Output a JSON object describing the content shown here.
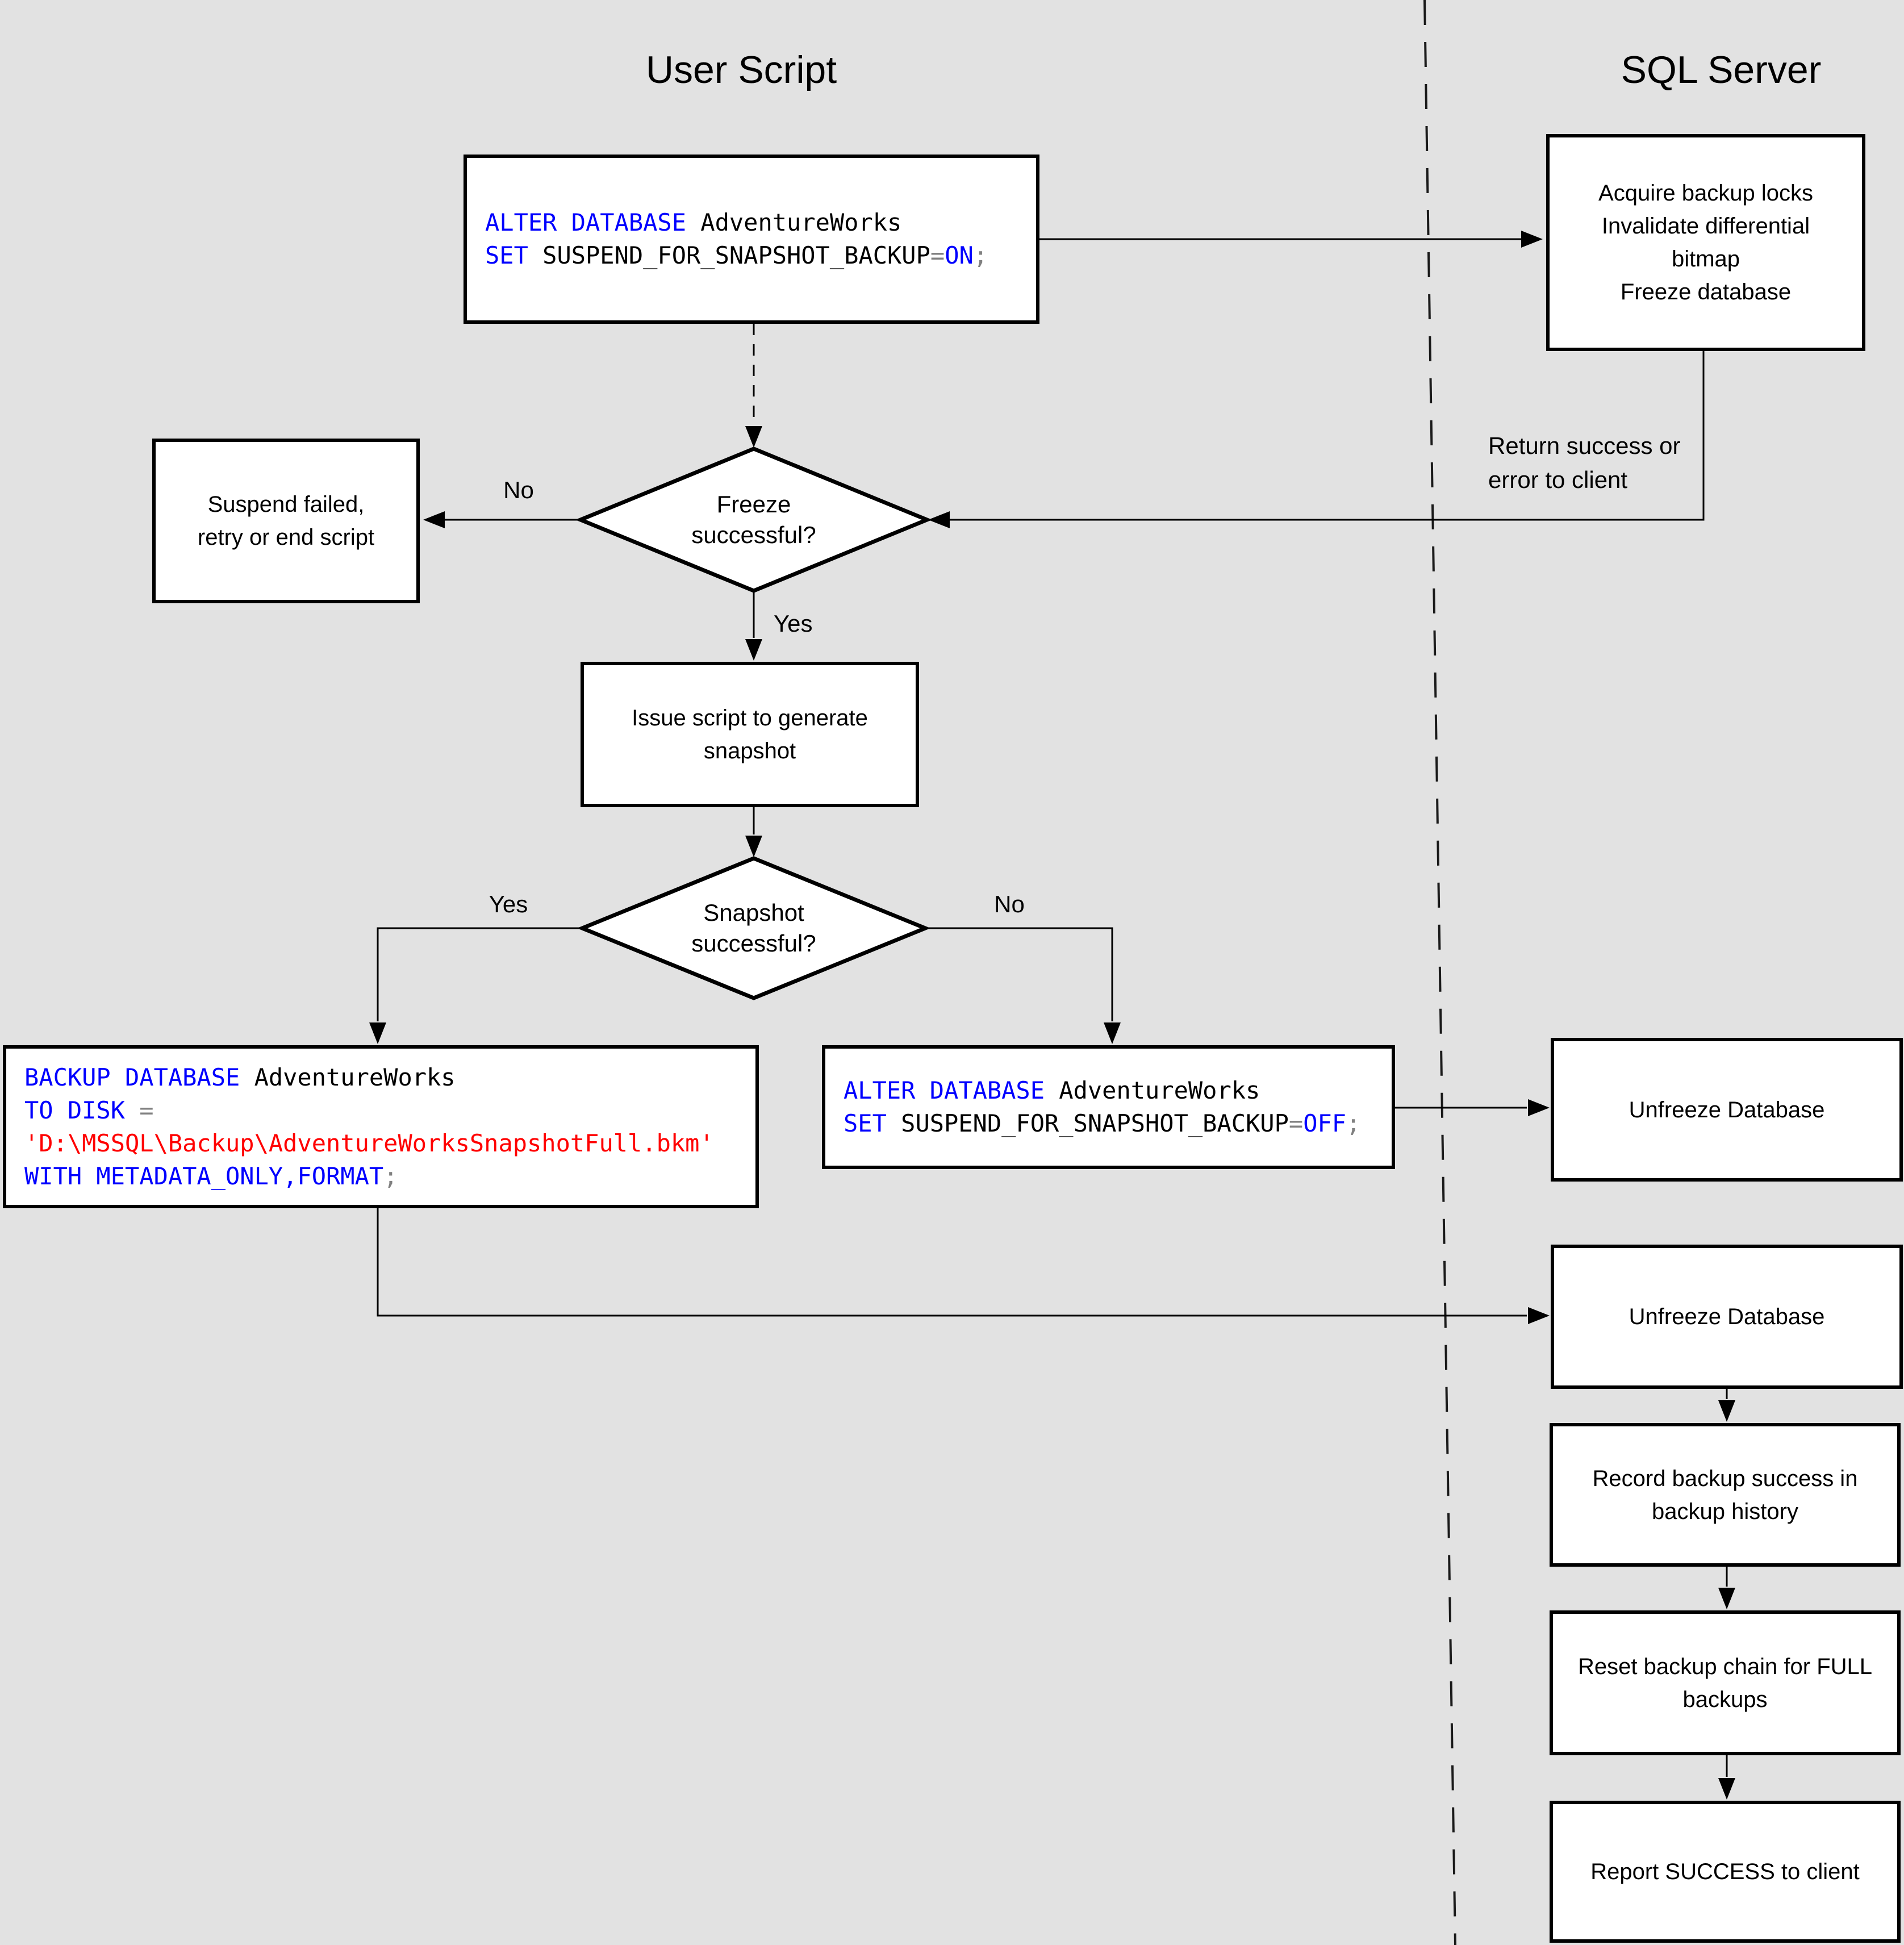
{
  "titles": {
    "left": "User Script",
    "right": "SQL Server"
  },
  "labels": {
    "freeze_no": "No",
    "freeze_yes": "Yes",
    "snapshot_yes": "Yes",
    "snapshot_no": "No",
    "return_note": "Return success or\nerror to client"
  },
  "colors": {
    "background": "#e2e2e2",
    "box_fill": "#ffffff",
    "line": "#000000",
    "keyword": "#0000ff",
    "identifier": "#000000",
    "operator": "#808080",
    "string": "#ff0000"
  },
  "nodes": {
    "alter_on": {
      "lines": [
        [
          {
            "t": "ALTER DATABASE ",
            "c": "keyword"
          },
          {
            "t": "AdventureWorks",
            "c": "identifier"
          }
        ],
        [
          {
            "t": "SET ",
            "c": "keyword"
          },
          {
            "t": "SUSPEND_FOR_SNAPSHOT_BACKUP",
            "c": "identifier"
          },
          {
            "t": "=",
            "c": "operator"
          },
          {
            "t": "ON",
            "c": "keyword"
          },
          {
            "t": ";",
            "c": "operator"
          }
        ]
      ]
    },
    "acquire": {
      "text": "Acquire backup locks\nInvalidate differential\nbitmap\nFreeze database"
    },
    "freeze_q": {
      "text": "Freeze\nsuccessful?"
    },
    "suspend_failed": {
      "text": "Suspend failed,\nretry or end script"
    },
    "issue_script": {
      "text": "Issue script to generate\nsnapshot"
    },
    "snapshot_q": {
      "text": "Snapshot\nsuccessful?"
    },
    "backup_cmd": {
      "lines": [
        [
          {
            "t": "BACKUP DATABASE ",
            "c": "keyword"
          },
          {
            "t": "AdventureWorks",
            "c": "identifier"
          }
        ],
        [
          {
            "t": "TO DISK ",
            "c": "keyword"
          },
          {
            "t": "=",
            "c": "operator"
          }
        ],
        [
          {
            "t": "'D:\\MSSQL\\Backup\\AdventureWorksSnapshotFull.bkm'",
            "c": "string"
          }
        ],
        [
          {
            "t": "WITH METADATA_ONLY,FORMAT",
            "c": "keyword"
          },
          {
            "t": ";",
            "c": "operator"
          }
        ]
      ]
    },
    "alter_off": {
      "lines": [
        [
          {
            "t": "ALTER DATABASE ",
            "c": "keyword"
          },
          {
            "t": "AdventureWorks",
            "c": "identifier"
          }
        ],
        [
          {
            "t": "SET ",
            "c": "keyword"
          },
          {
            "t": "SUSPEND_FOR_SNAPSHOT_BACKUP",
            "c": "identifier"
          },
          {
            "t": "=",
            "c": "operator"
          },
          {
            "t": "OFF",
            "c": "keyword"
          },
          {
            "t": ";",
            "c": "operator"
          }
        ]
      ]
    },
    "unfreeze_1": {
      "text": "Unfreeze Database"
    },
    "unfreeze_2": {
      "text": "Unfreeze Database"
    },
    "record_history": {
      "text": "Record backup success in\nbackup history"
    },
    "reset_chain": {
      "text": "Reset backup chain for FULL\nbackups"
    },
    "report_success": {
      "text": "Report SUCCESS to client"
    }
  }
}
